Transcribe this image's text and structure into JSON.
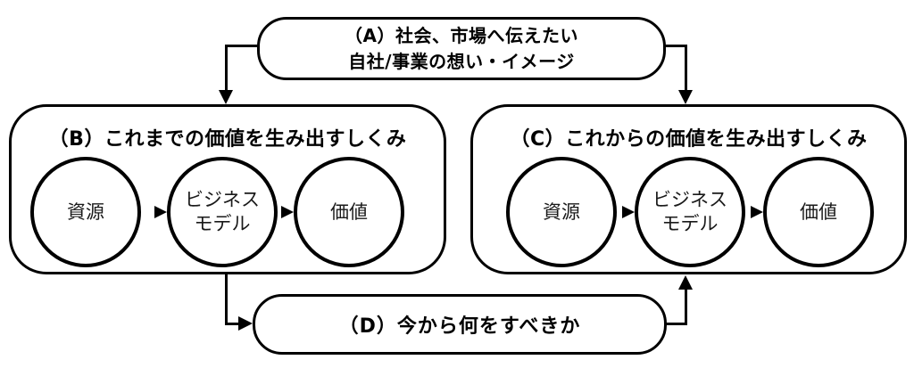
{
  "title_box": {
    "line1": "（A）社会、市場へ伝えたい",
    "line2": "自社/事業の想い・イメージ"
  },
  "left_box": {
    "title": "（B）これまでの価値を生み出すしくみ",
    "circle1": "資源",
    "circle2_line1": "ビジネス",
    "circle2_line2": "モデル",
    "circle3": "価値"
  },
  "right_box": {
    "title": "（C）これからの価値を生み出すしくみ",
    "circle1": "資源",
    "circle2_line1": "ビジネス",
    "circle2_line2": "モデル",
    "circle3": "価値"
  },
  "bottom_box": {
    "title": "（D）今から何をすべきか"
  },
  "colors": {
    "stroke": "#000000",
    "background": "#ffffff",
    "heading_text": "#000000",
    "circle_text": "#1a1a1a"
  }
}
